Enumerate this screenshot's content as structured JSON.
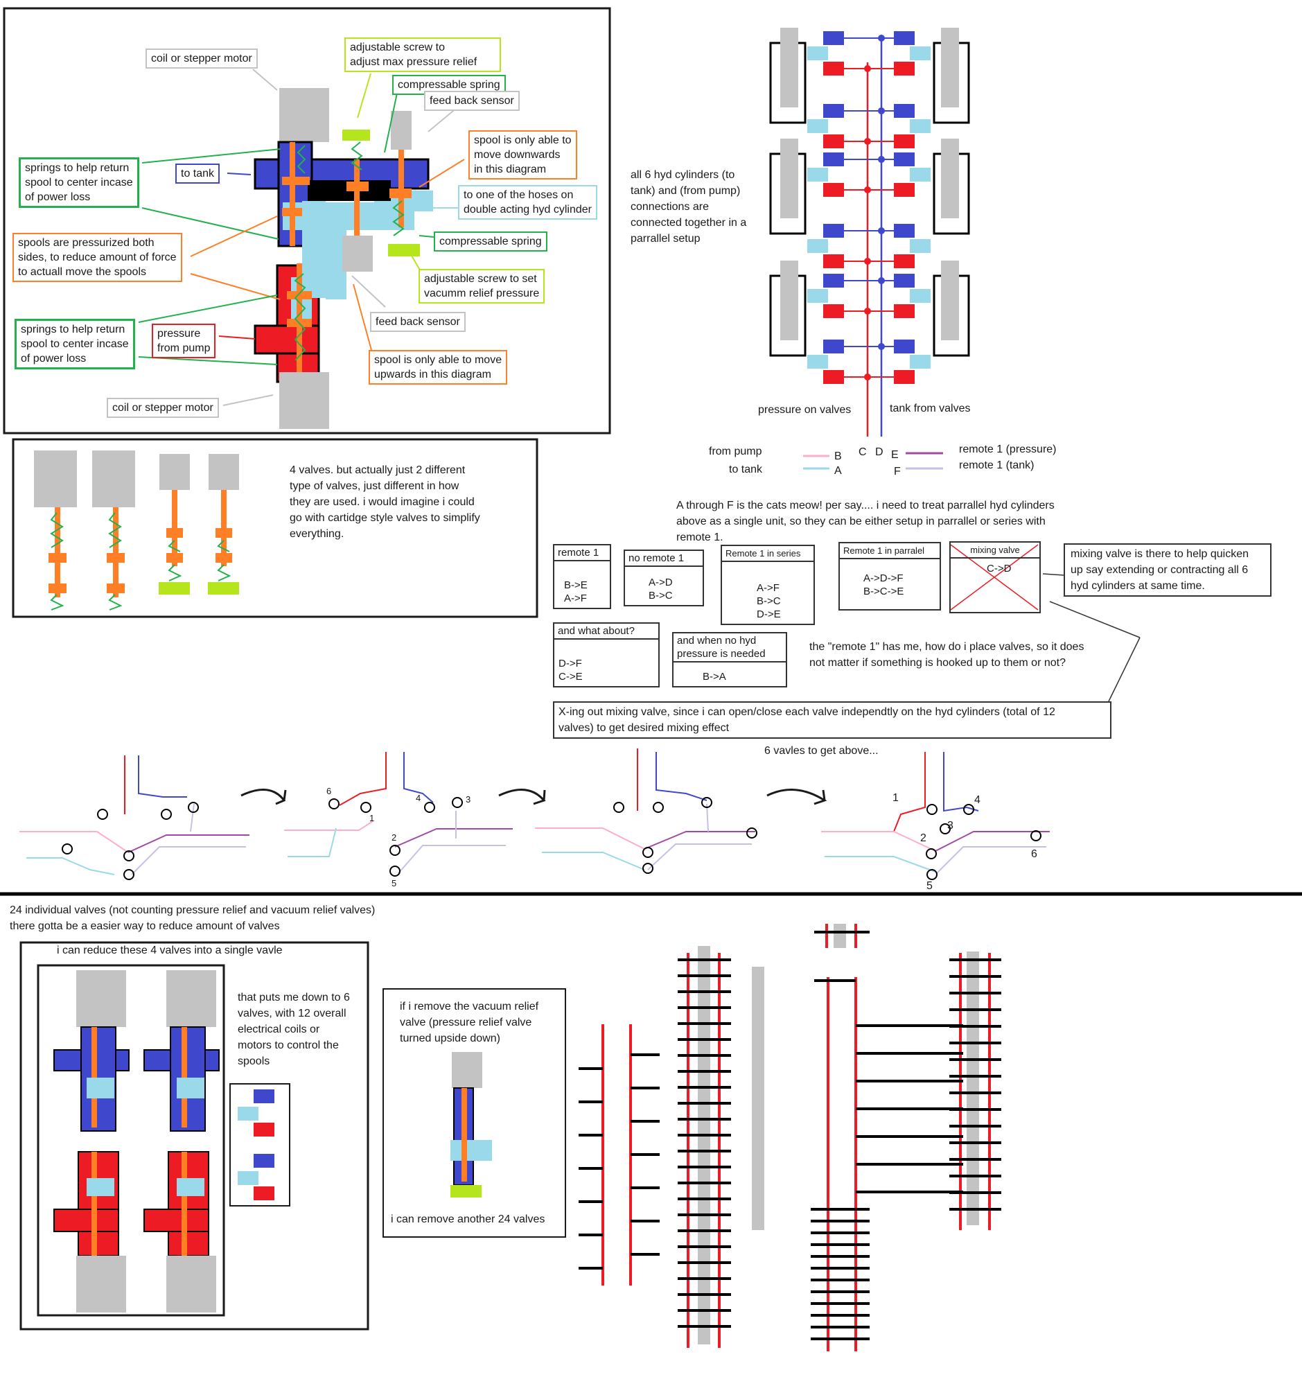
{
  "colors": {
    "tank_blue": "#3f48cc",
    "pressure_red": "#ed1c24",
    "cylinder_lightblue": "#99d9ea",
    "spool_orange": "#ff7f27",
    "spring_green": "#22b14c",
    "screw_lime": "#b5e61d",
    "motor_gray": "#c3c3c3",
    "from_pump_pink": "#ffaec9",
    "remote_purple": "#a349a4",
    "remote_tank_lavender": "#c8bfe7"
  },
  "valve_diagram": {
    "labels": {
      "coil_top": "coil or stepper motor",
      "adj_screw_pressure": "adjustable screw to\nadjust max pressure relief",
      "compress_spring_top": "compressable spring",
      "feedback_top": "feed back sensor",
      "springs_return_top": "springs to help return\nspool to center incase\nof power loss",
      "to_tank": "to tank",
      "spool_down": "spool is only able to\nmove downwards\n  in this diagram",
      "to_hose": "to one of the hoses on\ndouble acting hyd cylinder",
      "spools_pressurized": "spools are pressurized both\nsides, to reduce amount of force\nto actuall move the spools",
      "compress_spring_bottom": "compressable spring",
      "adj_screw_vacuum": "adjustable screw to set\nvacumm relief pressure",
      "feedback_bottom": "feed back sensor",
      "springs_return_bottom": "springs to help return\nspool to center incase\nof power loss",
      "pressure_from_pump": "pressure\nfrom pump",
      "spool_up": "spool is only able to move\nupwards in this diagram",
      "coil_bottom": "coil or stepper motor"
    }
  },
  "four_valves": {
    "text": "4 valves. but actually just 2 different\ntype of valves, just different in how\nthey are used. i would imagine i could\ngo with cartidge style valves to simplify\neverything."
  },
  "cylinder_bank": {
    "parallel_note": "all 6 hyd cylinders (to\ntank) and (from pump)\nconnections are\nconnected together in a\nparrallel setup",
    "pressure_on_valves": "pressure on valves",
    "tank_from_valves": "tank from valves",
    "legend": {
      "from_pump": "from pump",
      "to_tank": "to tank",
      "b": "B",
      "a": "A",
      "c": "C",
      "d": "D",
      "e": "E",
      "f": "F",
      "remote_pressure": "remote 1 (pressure)",
      "remote_tank": "remote 1 (tank)"
    }
  },
  "routing": {
    "intro": "A through F is the cats meow! per say.... i need to treat parrallel hyd cylinders\nabove as a single unit, so they can be either setup in parrallel or series with\nremote 1.",
    "boxes": [
      {
        "title": "remote 1",
        "body": "B->E\nA->F"
      },
      {
        "title": "no remote  1",
        "body": "A->D\nB->C"
      },
      {
        "title": "Remote 1 in  series",
        "body": "A->F\nB->C\nD->E"
      },
      {
        "title": "Remote 1 in parralel",
        "body": "A->D->F\nB->C->E"
      },
      {
        "title": "mixing valve",
        "body": "C->D"
      },
      {
        "title": "and what about?",
        "body": "D->F\nC->E"
      },
      {
        "title": "and when no hyd\npressure is needed",
        "body": "B->A"
      }
    ],
    "mixing_note": "mixing valve is there to help quicken\nup say extending or contracting all 6\nhyd cylinders at same time.",
    "remote_question": "the \"remote 1\" has me, how do i place valves, so it does\nnot matter if  something is hooked up to them or not?",
    "x_out_note": "X-ing out mixing valve, since i can open/close each valve independtly on the hyd cylinders (total of 12\nvalves) to get desired mixing effect",
    "six_valves": "6 vavles  to get above..."
  },
  "sketches": {
    "numbers_b": [
      "6",
      "1",
      "4",
      "3",
      "2",
      "5"
    ],
    "numbers_d": [
      "1",
      "4",
      "3",
      "2",
      "6",
      "5"
    ]
  },
  "bottom": {
    "header": "24 individual valves (not counting pressure relief and vacuum relief valves)\nthere gotta be a easier way to reduce amount of valves",
    "reduce_title": "i can reduce these 4 valves into a single vavle",
    "six_valves_note": "that puts me down to 6\nvalves, with 12 overall\nelectrical coils or\nmotors to control the\nspools",
    "vacuum_note": "if i remove the vacuum relief\nvalve (pressure relief valve\nturned upside down)",
    "remove_more": "i can remove another 24 valves"
  }
}
